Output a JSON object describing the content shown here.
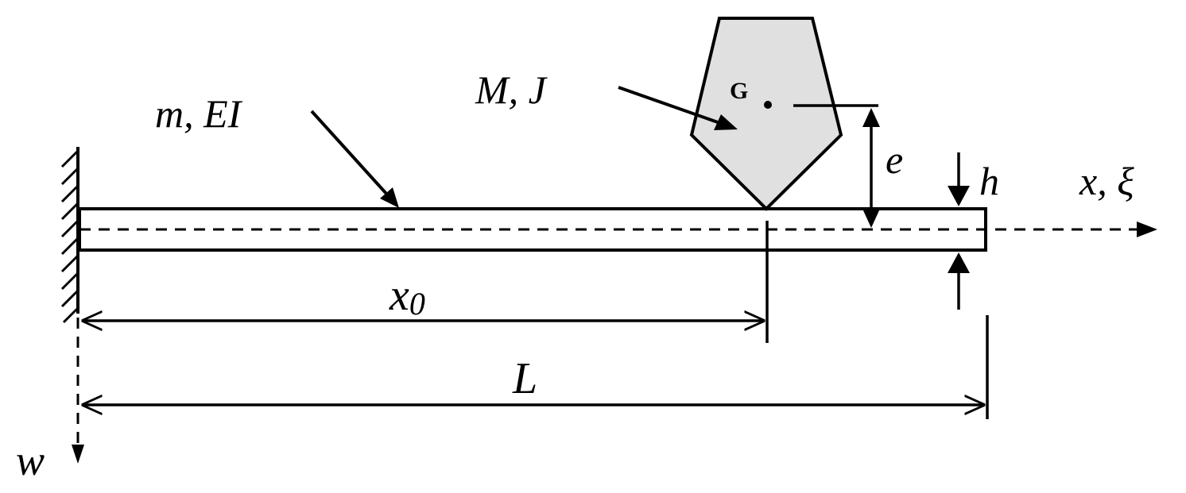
{
  "labels": {
    "beam_props": "m, EI",
    "mass_props": "M, J",
    "center_of_gravity": "G",
    "eccentricity": "e",
    "thickness": "h",
    "axis_x": "x, ξ",
    "position_x0": "x",
    "position_x0_sub": "0",
    "length": "L",
    "axis_w": "w"
  },
  "colors": {
    "stroke": "#000000",
    "mass_fill": "#e0e0e0",
    "background": "#ffffff"
  }
}
